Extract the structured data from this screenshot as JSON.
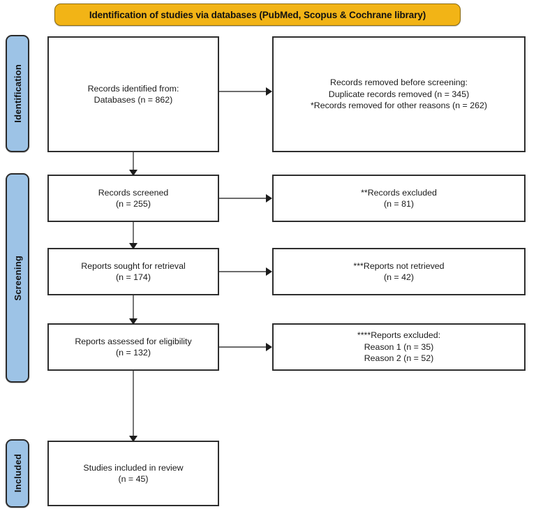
{
  "banner": {
    "title": "Identification of studies via databases (PubMed, Scopus & Cochrane library)"
  },
  "stages": {
    "identification": "Identification",
    "screening": "Screening",
    "included": "Included"
  },
  "boxes": {
    "identified": "Records identified from:\nDatabases (n = 862)",
    "removed": "Records removed before screening:\nDuplicate records removed (n = 345)\n*Records removed for other reasons (n = 262)",
    "screened": "Records screened\n(n = 255)",
    "excluded_screened": "**Records excluded\n(n = 81)",
    "sought": "Reports sought for retrieval\n(n = 174)",
    "not_retrieved": "***Reports not retrieved\n(n = 42)",
    "assessed": "Reports assessed for eligibility\n(n = 132)",
    "excluded_assessed": "****Reports excluded:\nReason 1 (n = 35)\nReason 2 (n = 52)",
    "included": "Studies included in review\n(n = 45)"
  },
  "counts": {
    "databases_identified": 862,
    "duplicates_removed": 345,
    "other_reasons_removed": 262,
    "records_screened": 255,
    "records_excluded": 81,
    "reports_sought": 174,
    "reports_not_retrieved": 42,
    "reports_assessed": 132,
    "excluded_reason_1": 35,
    "excluded_reason_2": 52,
    "studies_included": 45
  },
  "colors": {
    "banner_fill": "#F2B416",
    "banner_border": "#8a6b12",
    "stage_fill": "#9DC3E6",
    "stage_border": "#2b2b2b",
    "box_border": "#2e2e2e",
    "connector": "#3c3c3c",
    "background": "#ffffff"
  }
}
